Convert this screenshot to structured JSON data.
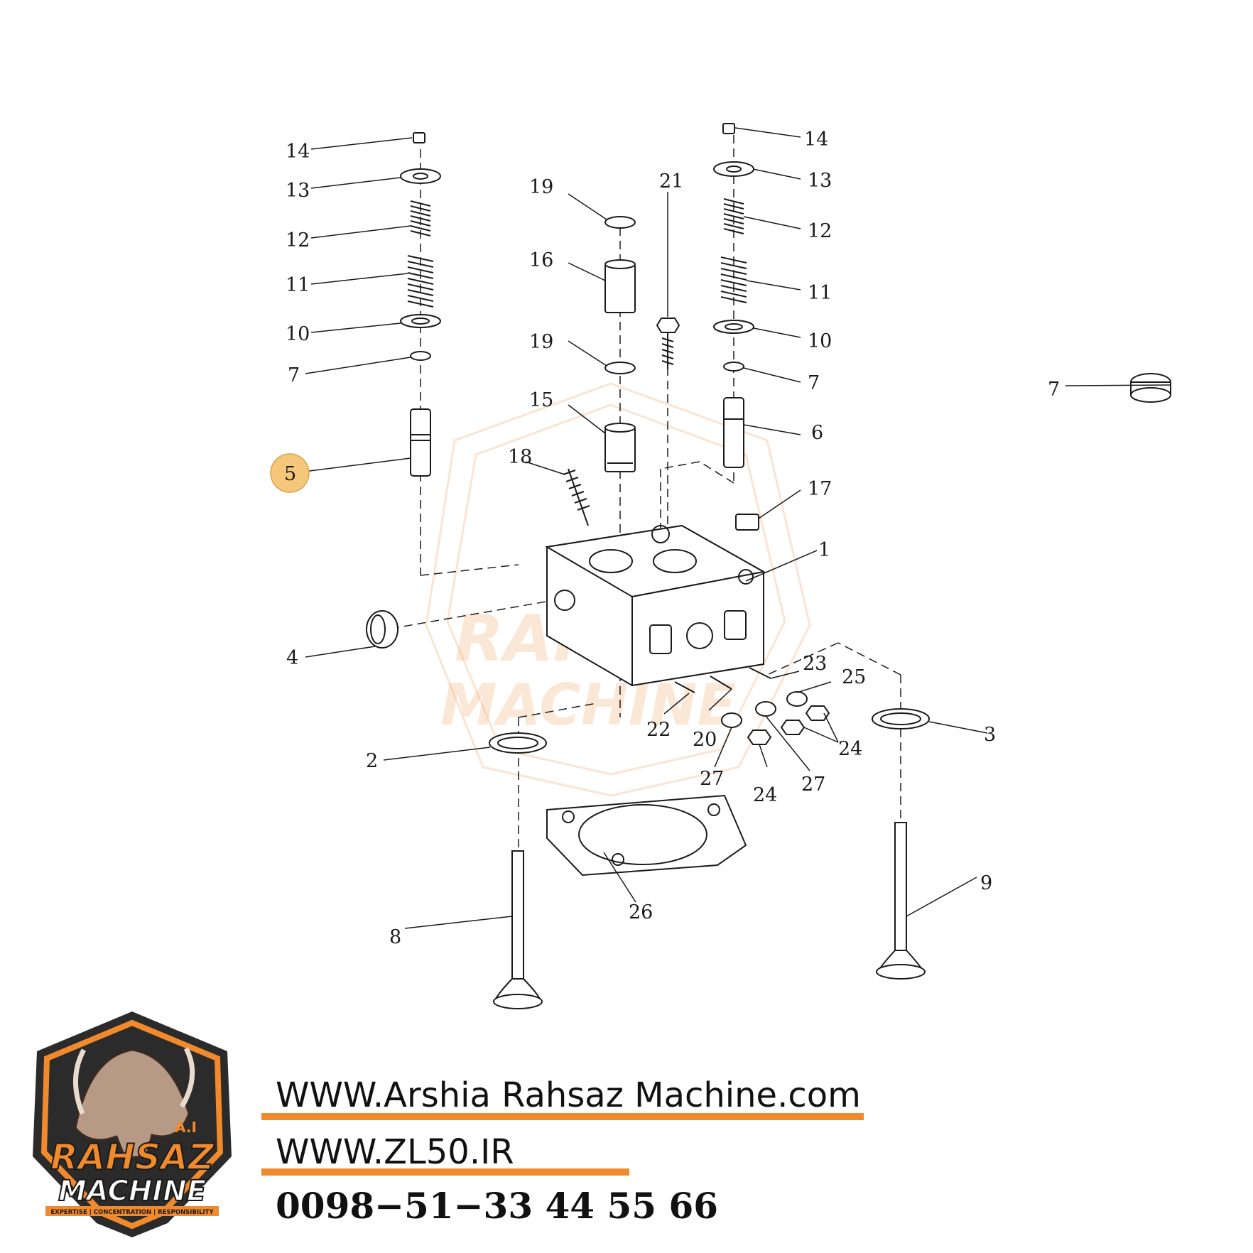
{
  "diagram": {
    "callouts": [
      "1",
      "2",
      "3",
      "4",
      "5",
      "6",
      "7",
      "7",
      "7",
      "8",
      "9",
      "10",
      "10",
      "11",
      "11",
      "12",
      "12",
      "13",
      "13",
      "14",
      "14",
      "15",
      "16",
      "17",
      "18",
      "19",
      "19",
      "20",
      "21",
      "22",
      "23",
      "24",
      "24",
      "25",
      "26",
      "27",
      "27"
    ],
    "highlighted_callout": "5"
  },
  "brand": {
    "logo_text_1": "RAHSAZ",
    "logo_text_2": "MACHINE",
    "logo_initials": "A.I",
    "logo_tagline": "EXPERTISE | CONCENTRATION | RESPONSIBILITY"
  },
  "footer": {
    "website": "WWW.Arshia Rahsaz Machine.com",
    "site": "WWW.ZL50.IR",
    "phone": "0098−51−33 44 55 66"
  },
  "colors": {
    "accent": "#f08a2c",
    "highlight": "#f5c77a",
    "logo_dark": "#2b2b2b",
    "ink": "#1a1a1a"
  }
}
